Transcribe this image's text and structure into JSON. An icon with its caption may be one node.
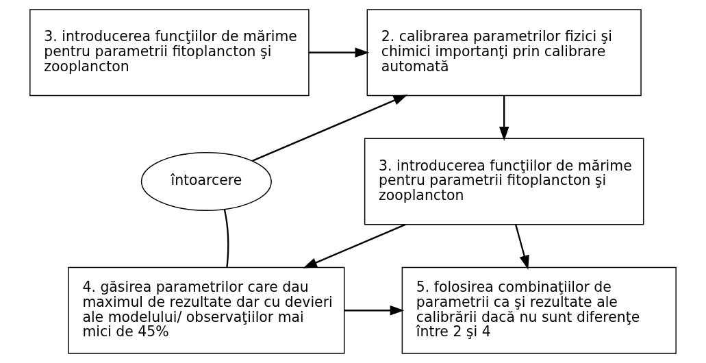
{
  "diagram": {
    "nodes": [
      {
        "text": [
          "3. introducerea funcţiilor de mărime pentru parametrii fitoplancton şi zooplancton"
        ]
      },
      {
        "text": [
          "2. calibrarea parametrilor fizici şi chimici importanţi prin calibrare automată"
        ]
      },
      {
        "text": [
          "întoarcere"
        ]
      },
      {
        "text": [
          "3. introducerea funcţiilor de mărime pentru parametrii fitoplancton şi zooplancton"
        ]
      },
      {
        "text": [
          "4. găsirea parametrilor care dau maximul de rezultate dar cu devieri ale modelului/ observaţiilor mai mici de 45%"
        ]
      },
      {
        "text": [
          "5. folosirea combinaţiilor de parametrii ca şi rezultate ale calibrării dacă nu sunt diferenţe între 2 şi 4"
        ]
      }
    ],
    "edges": [
      {
        "from": 0,
        "to": 1,
        "arrow": "to"
      },
      {
        "from": 1,
        "to": 3,
        "arrow": "to"
      },
      {
        "from": 3,
        "to": 4,
        "arrow": "to"
      },
      {
        "from": 3,
        "to": 5,
        "arrow": "to"
      },
      {
        "from": 4,
        "to": 5,
        "arrow": "to"
      },
      {
        "from": 4,
        "to": 2,
        "arrow": "none"
      },
      {
        "from": 2,
        "to": 1,
        "arrow": "to"
      }
    ]
  }
}
